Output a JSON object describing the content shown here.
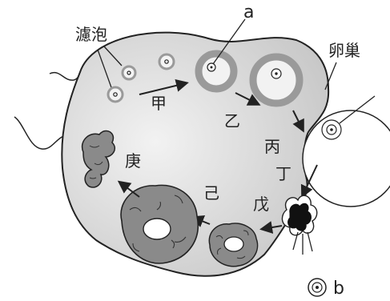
{
  "labels": {
    "follicle": "濾泡",
    "ovary": "卵巢",
    "a": "a",
    "b": "b",
    "stage_1": "甲",
    "stage_2": "乙",
    "stage_3": "丙",
    "stage_4": "丁",
    "stage_5": "戊",
    "stage_6": "己",
    "stage_7": "庚"
  },
  "colors": {
    "ovary_fill": "#dddddd",
    "follicle_ring": "#9a9a9a",
    "corpus": "#8a8a8a",
    "outline": "#222222"
  }
}
